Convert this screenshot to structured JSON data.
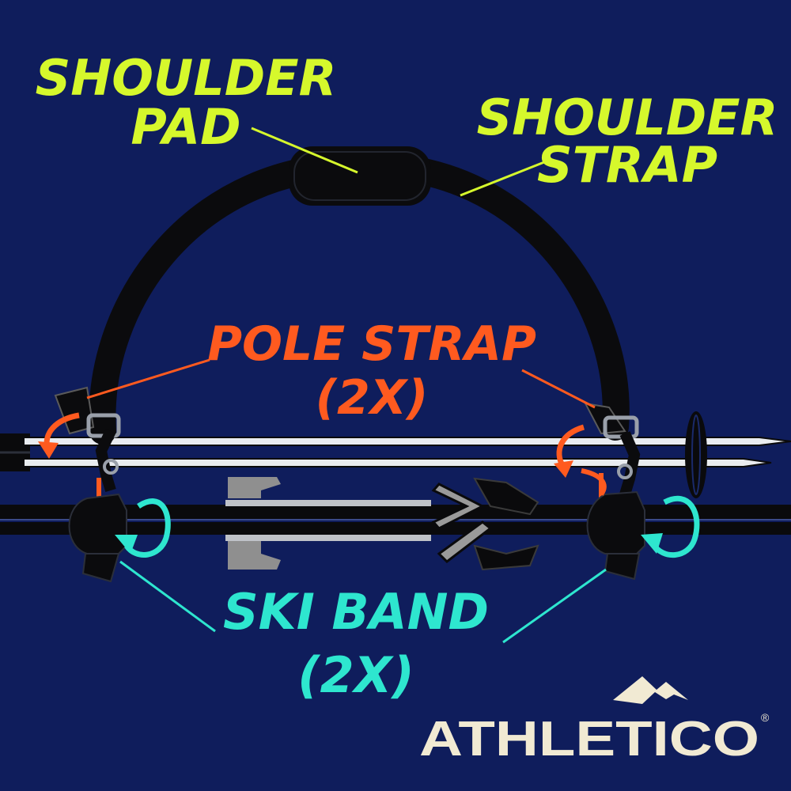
{
  "labels": {
    "shoulder_pad": {
      "line1": "SHOULDER",
      "line2": "PAD"
    },
    "shoulder_strap": {
      "line1": "SHOULDER",
      "line2": "STRAP"
    },
    "pole_strap": {
      "line1": "POLE STRAP",
      "line2": "(2X)"
    },
    "ski_band": {
      "line1": "SKI BAND",
      "line2": "(2X)"
    }
  },
  "brand": {
    "name": "ATHLETICO",
    "registered": "®"
  },
  "colors": {
    "background": "#0f1d5c",
    "shoulder_labels": "#d6f82c",
    "pole_strap_label": "#ff5a1f",
    "ski_band_label": "#2ee6cf",
    "brand_text": "#f1ead3",
    "strap": "#0b0b0d",
    "pole": "#e9ecf0",
    "ski": "#0a0a0c"
  },
  "icons": {
    "mountain": "mountain-peak-icon",
    "pole_arrows": "curved-arrow-icon",
    "band_arrows": "circular-arrow-icon"
  }
}
